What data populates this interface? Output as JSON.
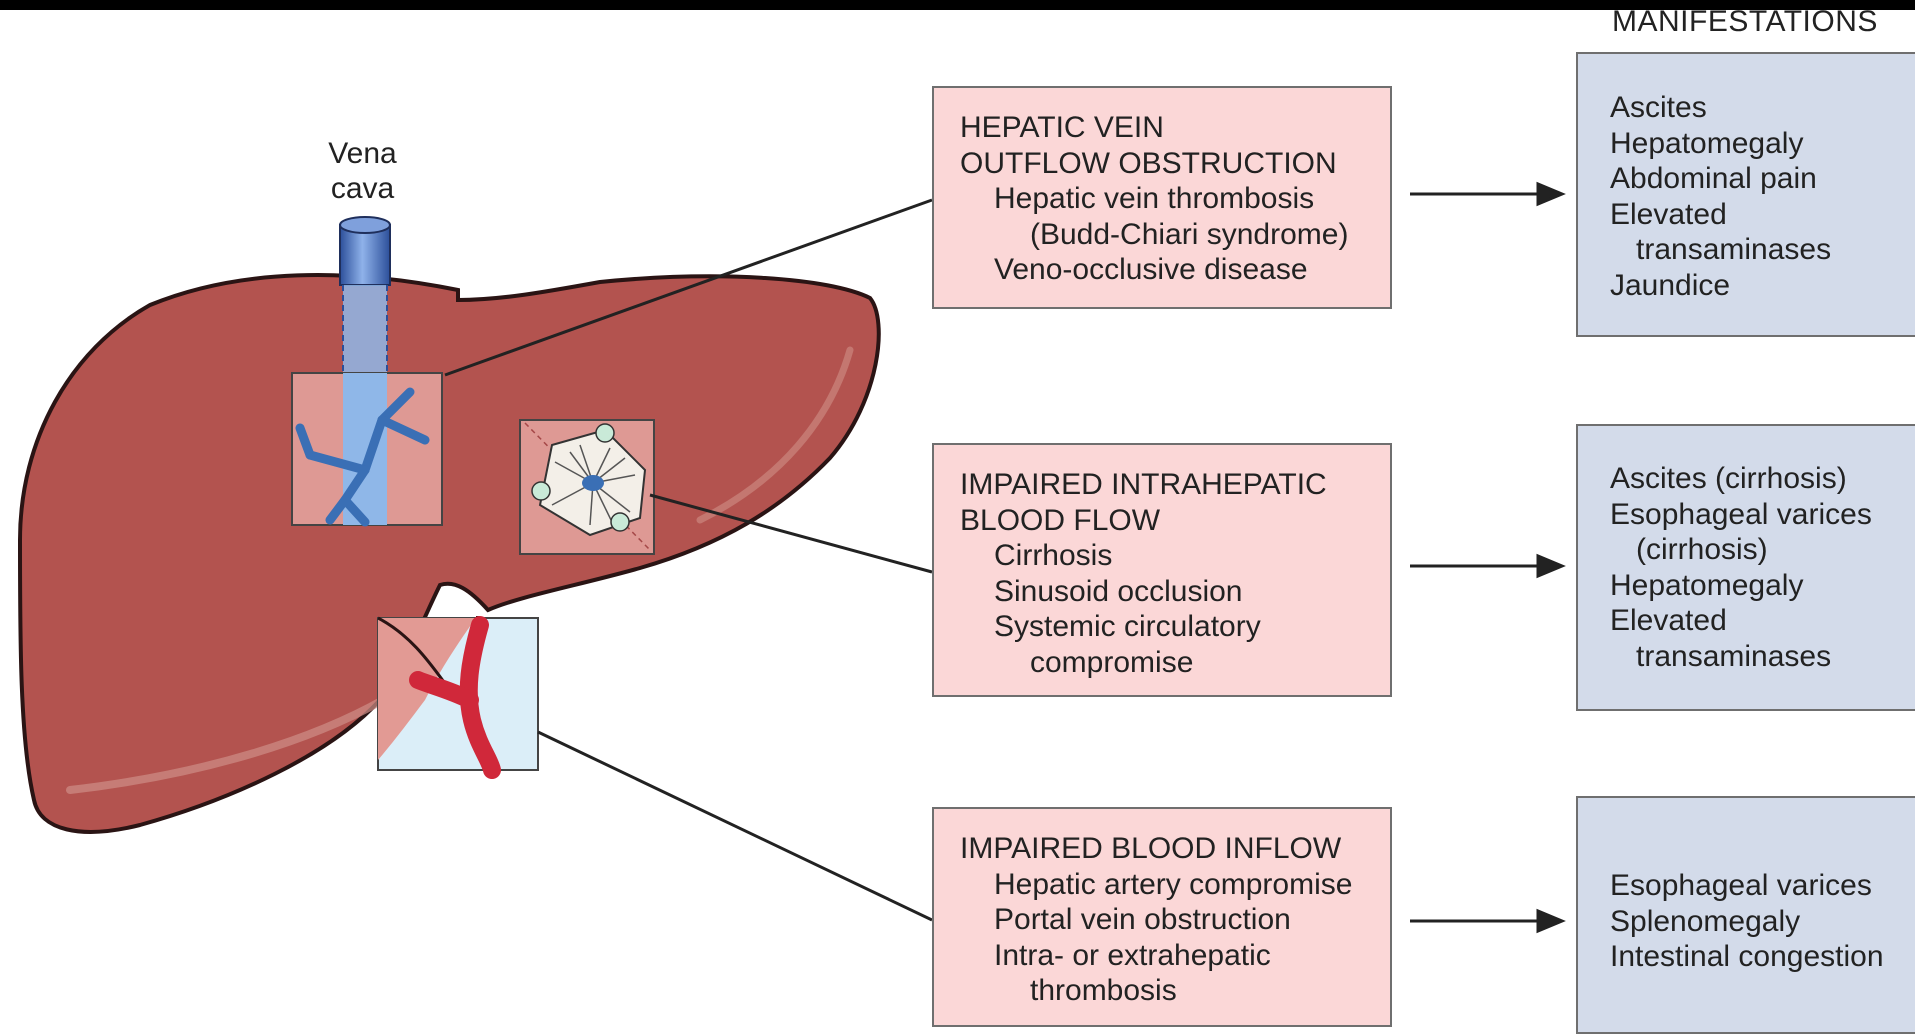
{
  "header": "MANIFESTATIONS",
  "anatomy": {
    "vena_cava_label": [
      "Vena",
      "cava"
    ]
  },
  "causes": [
    {
      "lines": [
        {
          "t": "HEPATIC VEIN",
          "indent": 0
        },
        {
          "t": "OUTFLOW OBSTRUCTION",
          "indent": 0
        },
        {
          "t": "Hepatic vein thrombosis",
          "indent": 1
        },
        {
          "t": "(Budd-Chiari syndrome)",
          "indent": 2
        },
        {
          "t": "Veno-occlusive disease",
          "indent": 1
        }
      ]
    },
    {
      "lines": [
        {
          "t": "IMPAIRED INTRAHEPATIC",
          "indent": 0
        },
        {
          "t": "BLOOD FLOW",
          "indent": 0
        },
        {
          "t": "Cirrhosis",
          "indent": 1
        },
        {
          "t": "Sinusoid occlusion",
          "indent": 1
        },
        {
          "t": "Systemic circulatory",
          "indent": 1
        },
        {
          "t": "compromise",
          "indent": 2
        }
      ]
    },
    {
      "lines": [
        {
          "t": "IMPAIRED BLOOD INFLOW",
          "indent": 0
        },
        {
          "t": "Hepatic artery compromise",
          "indent": 1
        },
        {
          "t": "Portal vein obstruction",
          "indent": 1
        },
        {
          "t": "Intra- or extrahepatic",
          "indent": 1
        },
        {
          "t": "thrombosis",
          "indent": 2
        }
      ]
    }
  ],
  "manifestations": [
    {
      "lines": [
        {
          "t": "Ascites",
          "indent": 0
        },
        {
          "t": "Hepatomegaly",
          "indent": 0
        },
        {
          "t": "Abdominal pain",
          "indent": 0
        },
        {
          "t": "Elevated",
          "indent": 0
        },
        {
          "t": "transaminases",
          "indent": 1
        },
        {
          "t": "Jaundice",
          "indent": 0
        }
      ]
    },
    {
      "lines": [
        {
          "t": "Ascites (cirrhosis)",
          "indent": 0
        },
        {
          "t": "Esophageal varices",
          "indent": 0
        },
        {
          "t": "(cirrhosis)",
          "indent": 1
        },
        {
          "t": "Hepatomegaly",
          "indent": 0
        },
        {
          "t": "Elevated",
          "indent": 0
        },
        {
          "t": "transaminases",
          "indent": 1
        }
      ]
    },
    {
      "lines": [
        {
          "t": "Esophageal varices",
          "indent": 0
        },
        {
          "t": "Splenomegaly",
          "indent": 0
        },
        {
          "t": "Intestinal congestion",
          "indent": 0
        }
      ]
    }
  ],
  "colors": {
    "liver": "#b3534f",
    "liver_outline": "#2a1414",
    "vein": "#4f86c6",
    "artery": "#d0283a",
    "cause_box": "#fbd7d7",
    "manifestation_box": "#d3dbea"
  },
  "icons": [
    "vena-cava-icon",
    "hepatic-vein-branches-icon",
    "hepatic-lobule-icon",
    "portal-artery-icon"
  ]
}
